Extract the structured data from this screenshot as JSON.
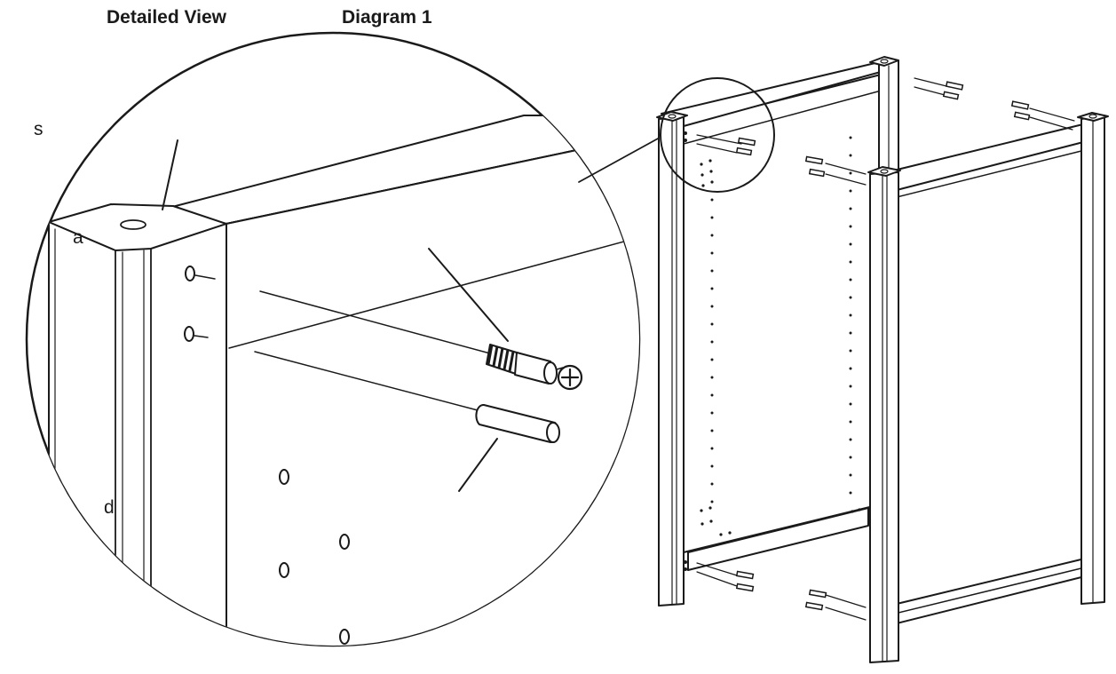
{
  "titles": {
    "detailed_view": "Detailed View",
    "diagram": "Diagram 1"
  },
  "labels": {
    "s": "s",
    "a": "a",
    "d": "d"
  },
  "colors": {
    "ink": "#1a1a1a",
    "paper": "#ffffff"
  }
}
